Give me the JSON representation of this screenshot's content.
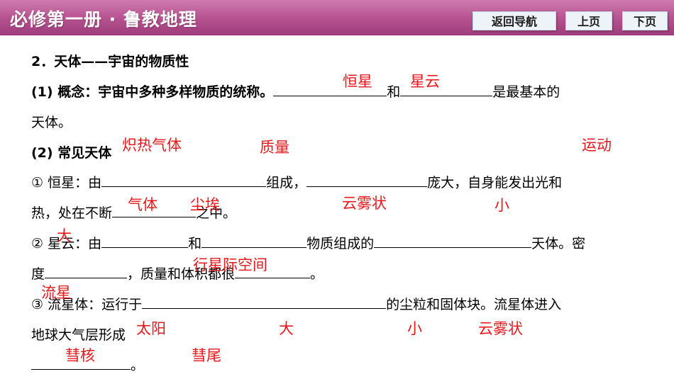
{
  "header": {
    "title": "必修第一册 · 鲁教地理",
    "buttons": {
      "back": "返回导航",
      "prev": "上页",
      "next": "下页"
    }
  },
  "content": {
    "heading": "2．天体——宇宙的物质性",
    "concept": {
      "prefix": "(1) 概念：宇宙中多种多样物质的统称。",
      "mid": "和",
      "suffix": "是最基本的",
      "cont": "天体。"
    },
    "common": {
      "label": "(2) 常见天体"
    },
    "star": {
      "p1": "① 恒星：由",
      "p2": "组成，",
      "p3": "庞大，自身能发出光和",
      "l2a": "热，处在不断",
      "l2b": "之中。"
    },
    "nebula": {
      "p1": "② 星云：由",
      "p2": "和",
      "p3": "物质组成的",
      "p4": "天体。密",
      "l2a": "度",
      "l2b": "，质量和体积都很",
      "l2c": "。"
    },
    "meteoroid": {
      "p1": "③ 流星体：运行于",
      "p2": "的尘粒和固体块。流星体进入",
      "l2": "地球大气层形成"
    },
    "last": {
      "end": "。"
    }
  },
  "answers": {
    "a1": "恒星",
    "a2": "星云",
    "a3": "炽热气体",
    "a4": "质量",
    "a5": "运动",
    "a6": "气体",
    "a7": "尘埃",
    "a8": "云雾状",
    "a9": "小",
    "a10": "大",
    "a11": "行星际空间",
    "a12": "流星",
    "a13": "太阳",
    "a14": "大",
    "a15": "小",
    "a16": "云雾状",
    "a17": "彗核",
    "a18": "彗尾"
  },
  "colors": {
    "header": "#b4508e",
    "answer": "#e8171b"
  }
}
